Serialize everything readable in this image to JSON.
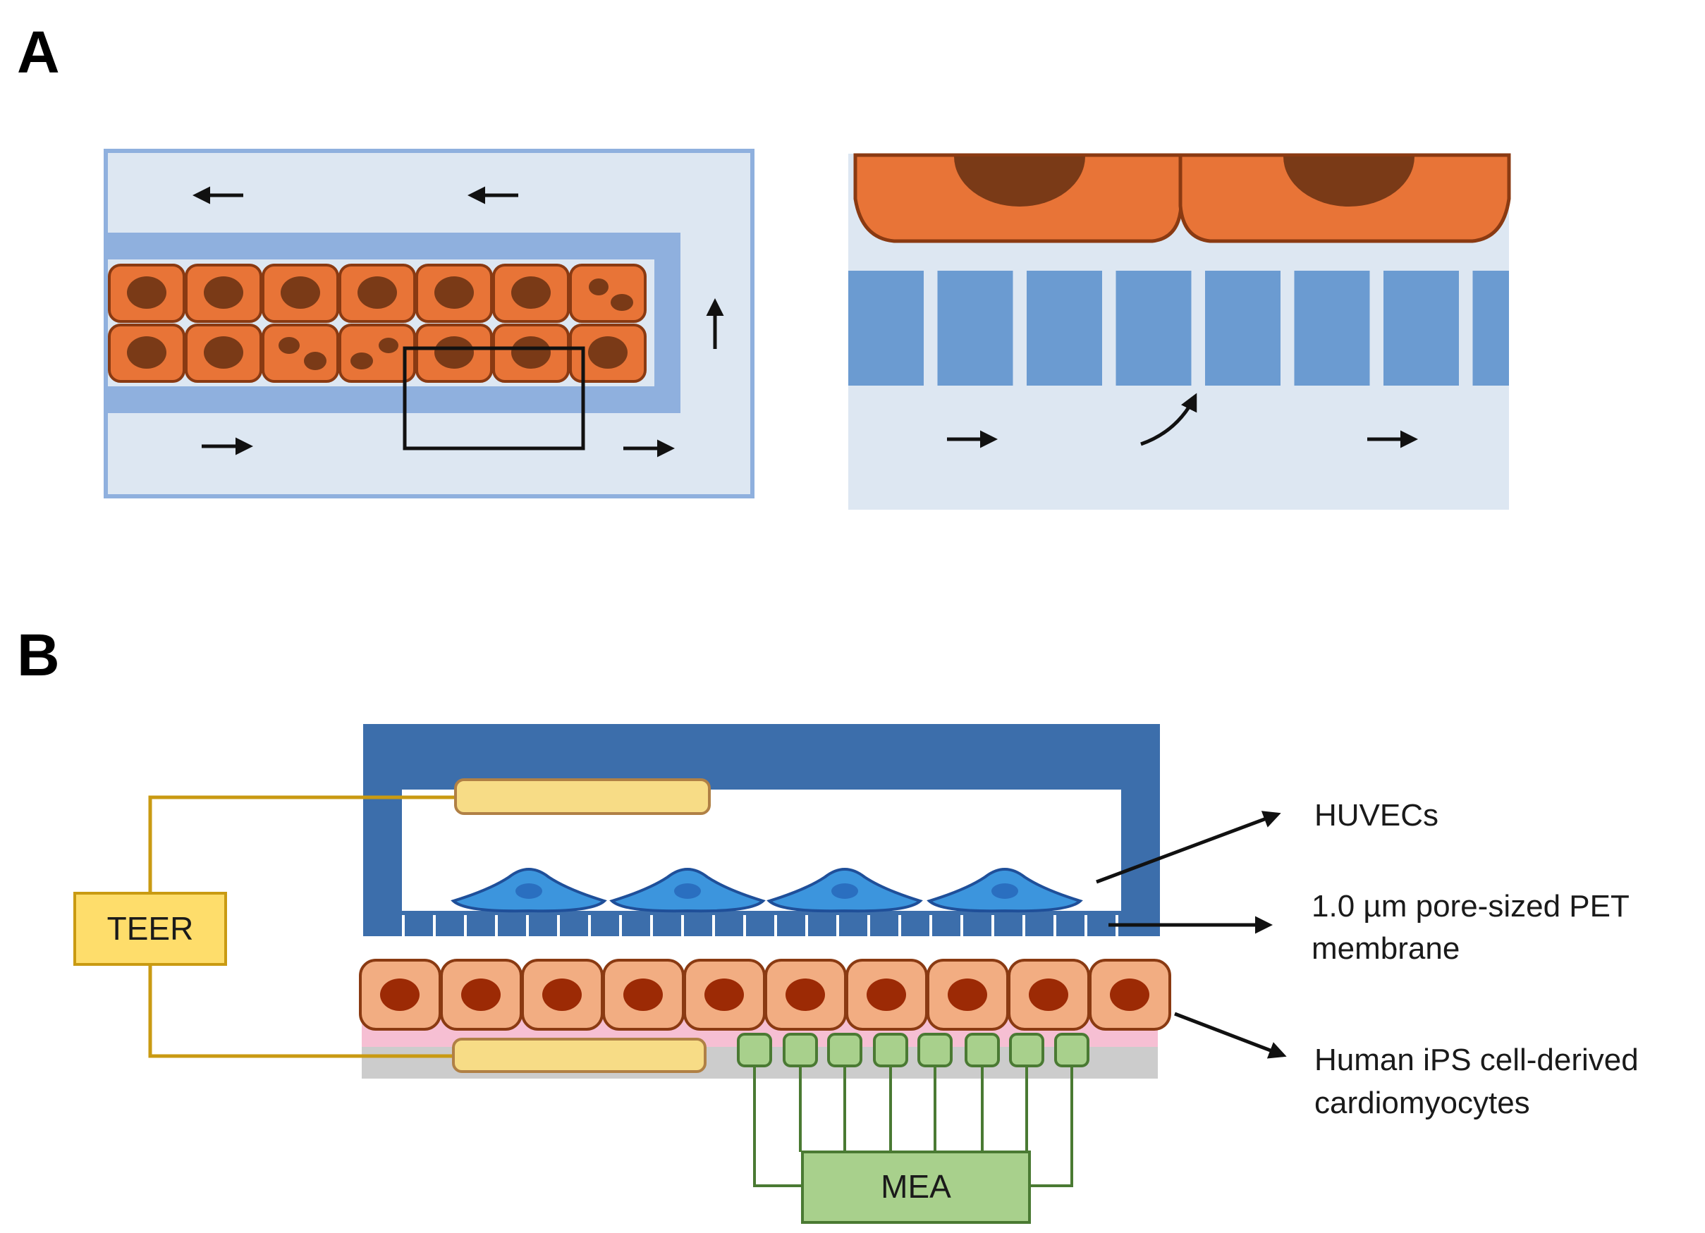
{
  "panels": {
    "a": {
      "letter": "A"
    },
    "b": {
      "letter": "B"
    }
  },
  "labels": {
    "teer": "TEER",
    "mea": "MEA",
    "huvecs": "HUVECs",
    "membrane_line1": "1.0 µm pore-sized PET",
    "membrane_line2": "membrane",
    "cardio_line1": "Human iPS cell-derived",
    "cardio_line2": "cardiomyocytes"
  },
  "colors": {
    "channel_light": "#dde7f2",
    "channel_border": "#8fb0de",
    "membrane_blue": "#6b9bd1",
    "device_blue": "#3c6eab",
    "cell_orange": "#e87437",
    "cell_outline": "#8a3a12",
    "nucleus_brown": "#7a3a17",
    "cardio_peach": "#f2ad82",
    "cardio_nucleus": "#9c2a05",
    "huvec_blue": "#3c95dd",
    "huvec_nucleus": "#2a6fc0",
    "huvec_outline": "#1f4f99",
    "electrode_yellow": "#f7dc86",
    "teer_box": "#fedd6b",
    "teer_wire": "#c99a12",
    "mea_green": "#a8d08c",
    "mea_wire": "#4a7a33",
    "pink_layer": "#f6bfd3",
    "gray_base": "#cccccc"
  }
}
